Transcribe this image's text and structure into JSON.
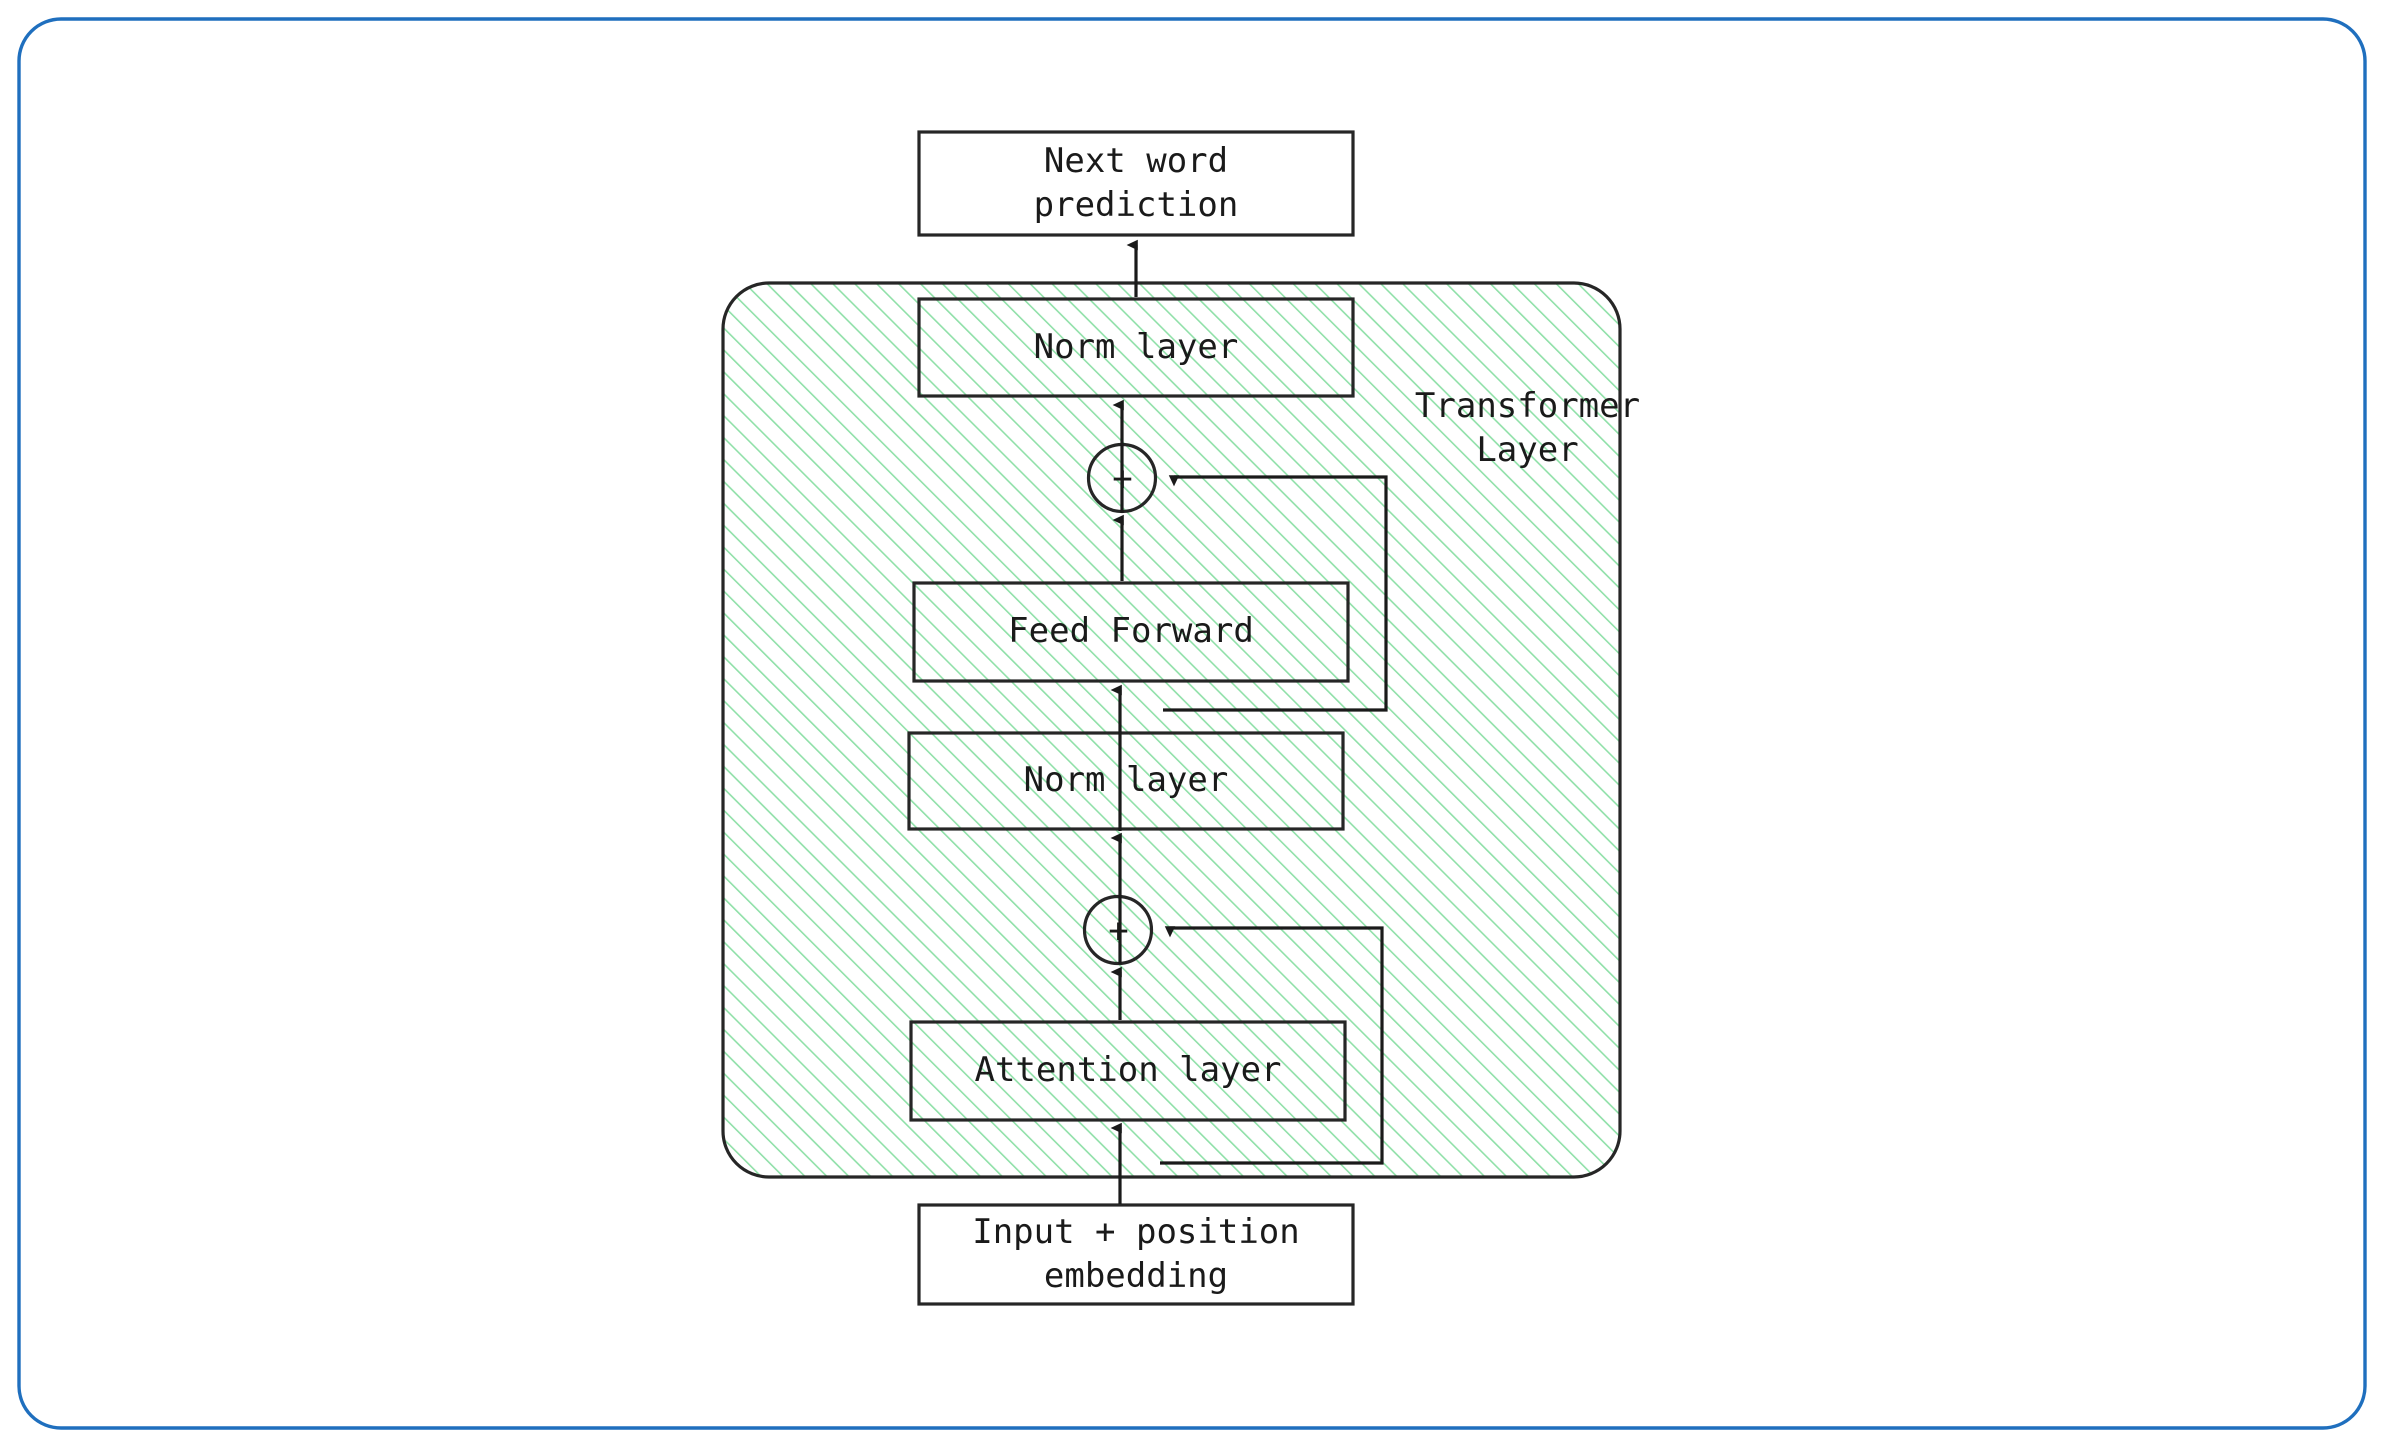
{
  "figure": {
    "kind": "transformer-architecture-diagram",
    "outer_frame_color": "#1f6fbe",
    "container_fill_hatch_color": "#8fe0a8",
    "container_stroke_color": "#262626",
    "node_stroke_color": "#262626",
    "node_fill": "none",
    "arrow_color": "#1a1a1a",
    "text_color": "#1a1a1a"
  },
  "nodes": {
    "next_word_prediction": "Next word\nprediction",
    "norm_layer_top": "Norm layer",
    "add_top": "+",
    "feed_forward": "Feed Forward",
    "norm_layer_bottom": "Norm layer",
    "add_bottom": "+",
    "attention_layer": "Attention layer",
    "input_position_embedding": "Input + position\nembedding"
  },
  "group": {
    "transformer_layer_label": "Transformer\nLayer"
  },
  "flow": {
    "edges": [
      {
        "from": "input_position_embedding",
        "to": "attention_layer",
        "type": "arrow"
      },
      {
        "from": "attention_layer",
        "to": "add_bottom",
        "type": "arrow"
      },
      {
        "from": "input_position_embedding",
        "to": "add_bottom",
        "type": "residual-arrow"
      },
      {
        "from": "add_bottom",
        "to": "norm_layer_bottom",
        "type": "arrow"
      },
      {
        "from": "norm_layer_bottom",
        "to": "feed_forward",
        "type": "arrow"
      },
      {
        "from": "feed_forward",
        "to": "add_top",
        "type": "arrow"
      },
      {
        "from": "norm_layer_bottom",
        "to": "add_top",
        "type": "residual-arrow"
      },
      {
        "from": "add_top",
        "to": "norm_layer_top",
        "type": "arrow"
      },
      {
        "from": "norm_layer_top",
        "to": "next_word_prediction",
        "type": "arrow"
      }
    ]
  }
}
